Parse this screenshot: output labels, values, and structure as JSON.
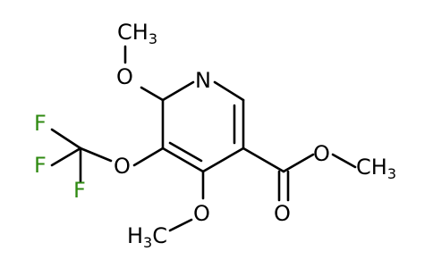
{
  "molecule": {
    "atom_labels": {
      "n_ring": "N",
      "o_top": "O",
      "o_mid": "O",
      "o_bottom": "O",
      "o_ester_single": "O",
      "o_carbonyl": "O",
      "f1": "F",
      "f2": "F",
      "f3": "F"
    },
    "methyl_top": {
      "main": "CH",
      "sub": "3"
    },
    "methyl_right": {
      "main": "CH",
      "sub": "3"
    },
    "methyl_bottom": {
      "main": "H",
      "sub": "3",
      "tail": "C"
    }
  },
  "colors": {
    "bond": "#000000",
    "fluorine": "#2f8a11",
    "text": "#000000"
  }
}
